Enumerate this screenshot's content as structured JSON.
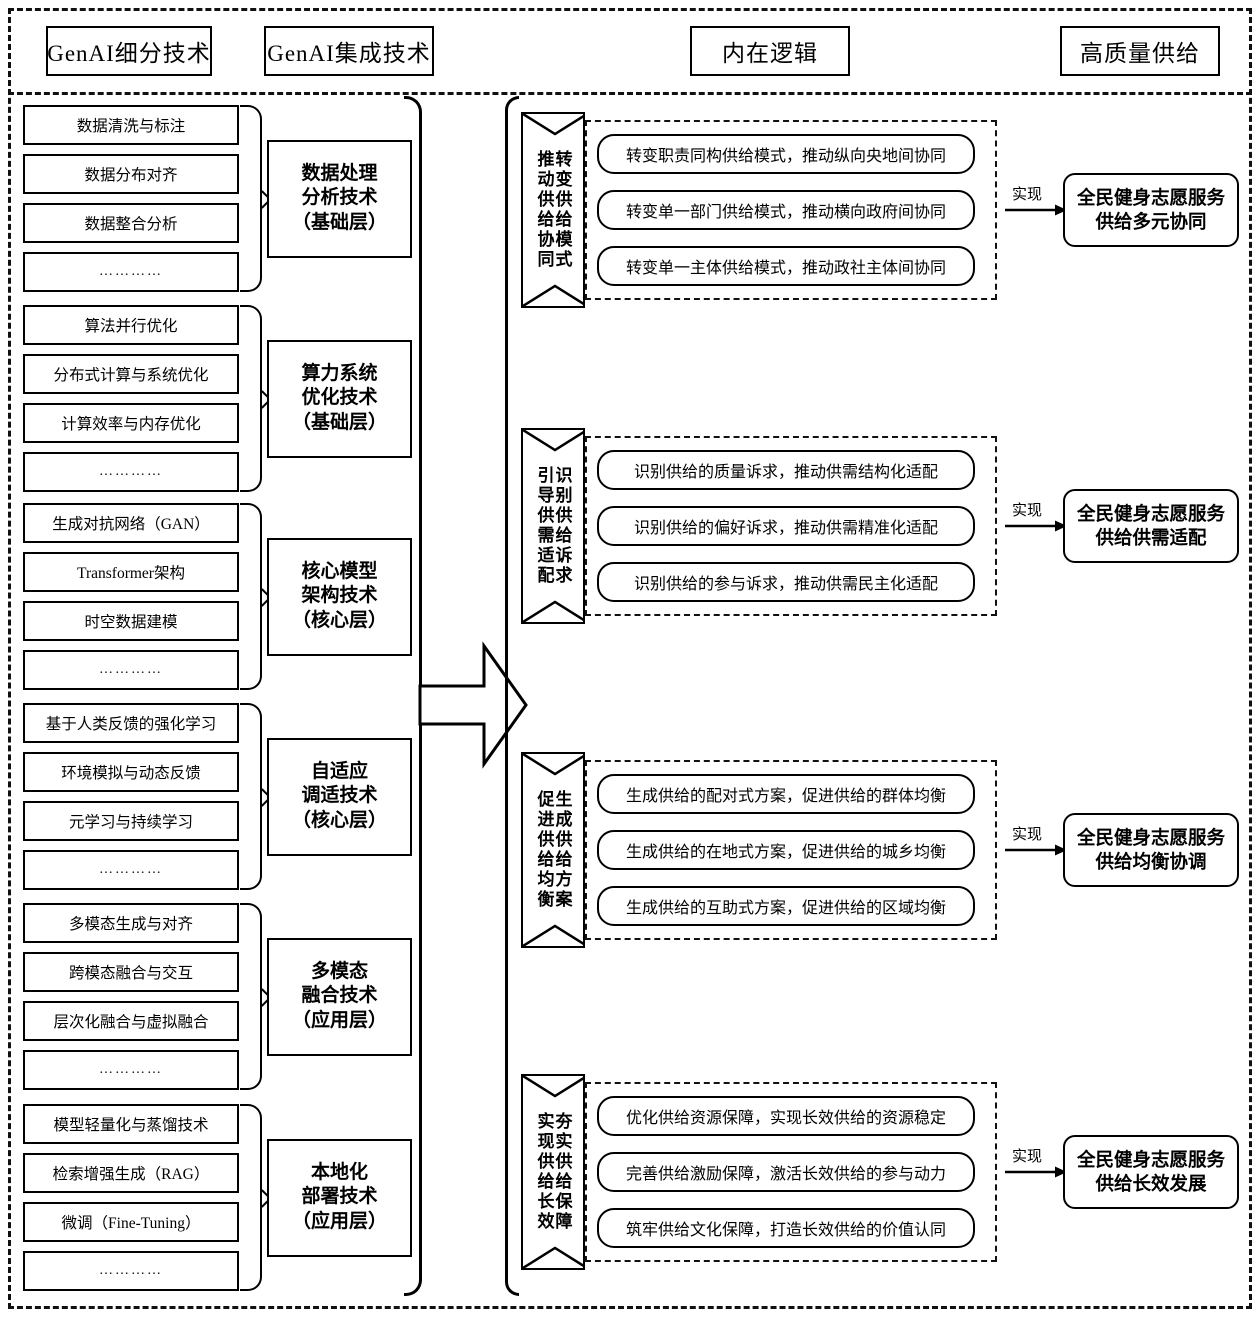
{
  "headers": [
    {
      "label": "GenAI细分技术"
    },
    {
      "label": "GenAI集成技术"
    },
    {
      "label": "内在逻辑"
    },
    {
      "label": "高质量供给"
    }
  ],
  "tech_groups": [
    {
      "integrated": {
        "line1": "数据处理",
        "line2": "分析技术",
        "line3": "（基础层）"
      },
      "items": [
        "数据清洗与标注",
        "数据分布对齐",
        "数据整合分析",
        "…………"
      ]
    },
    {
      "integrated": {
        "line1": "算力系统",
        "line2": "优化技术",
        "line3": "（基础层）"
      },
      "items": [
        "算法并行优化",
        "分布式计算与系统优化",
        "计算效率与内存优化",
        "…………"
      ]
    },
    {
      "integrated": {
        "line1": "核心模型",
        "line2": "架构技术",
        "line3": "（核心层）"
      },
      "items": [
        "生成对抗网络（GAN）",
        "Transformer架构",
        "时空数据建模",
        "…………"
      ]
    },
    {
      "integrated": {
        "line1": "自适应",
        "line2": "调适技术",
        "line3": "（核心层）"
      },
      "items": [
        "基于人类反馈的强化学习",
        "环境模拟与动态反馈",
        "元学习与持续学习",
        "…………"
      ]
    },
    {
      "integrated": {
        "line1": "多模态",
        "line2": "融合技术",
        "line3": "（应用层）"
      },
      "items": [
        "多模态生成与对齐",
        "跨模态融合与交互",
        "层次化融合与虚拟融合",
        "…………"
      ]
    },
    {
      "integrated": {
        "line1": "本地化",
        "line2": "部署技术",
        "line3": "（应用层）"
      },
      "items": [
        "模型轻量化与蒸馏技术",
        "检索增强生成（RAG）",
        "微调（Fine-Tuning）",
        "…………"
      ]
    }
  ],
  "logic_sections": [
    {
      "ribbon_left": "转变供给模式",
      "ribbon_right": "推动供给协同",
      "items": [
        "转变职责同构供给模式，推动纵向央地间协同",
        "转变单一部门供给模式，推动横向政府间协同",
        "转变单一主体供给模式，推动政社主体间协同"
      ],
      "relation_label": "实现",
      "outcome": {
        "line1": "全民健身志愿服务",
        "line2": "供给多元协同"
      }
    },
    {
      "ribbon_left": "识别供给诉求",
      "ribbon_right": "引导供需适配",
      "items": [
        "识别供给的质量诉求，推动供需结构化适配",
        "识别供给的偏好诉求，推动供需精准化适配",
        "识别供给的参与诉求，推动供需民主化适配"
      ],
      "relation_label": "实现",
      "outcome": {
        "line1": "全民健身志愿服务",
        "line2": "供给供需适配"
      }
    },
    {
      "ribbon_left": "生成供给方案",
      "ribbon_right": "促进供给均衡",
      "items": [
        "生成供给的配对式方案，促进供给的群体均衡",
        "生成供给的在地式方案，促进供给的城乡均衡",
        "生成供给的互助式方案，促进供给的区域均衡"
      ],
      "relation_label": "实现",
      "outcome": {
        "line1": "全民健身志愿服务",
        "line2": "供给均衡协调"
      }
    },
    {
      "ribbon_left": "夯实供给保障",
      "ribbon_right": "实现供给长效",
      "items": [
        "优化供给资源保障，实现长效供给的资源稳定",
        "完善供给激励保障，激活长效供给的参与动力",
        "筑牢供给文化保障，打造长效供给的价值认同"
      ],
      "relation_label": "实现",
      "outcome": {
        "line1": "全民健身志愿服务",
        "line2": "供给长效发展"
      }
    }
  ],
  "colors": {
    "line": "#000000",
    "background": "#ffffff"
  }
}
